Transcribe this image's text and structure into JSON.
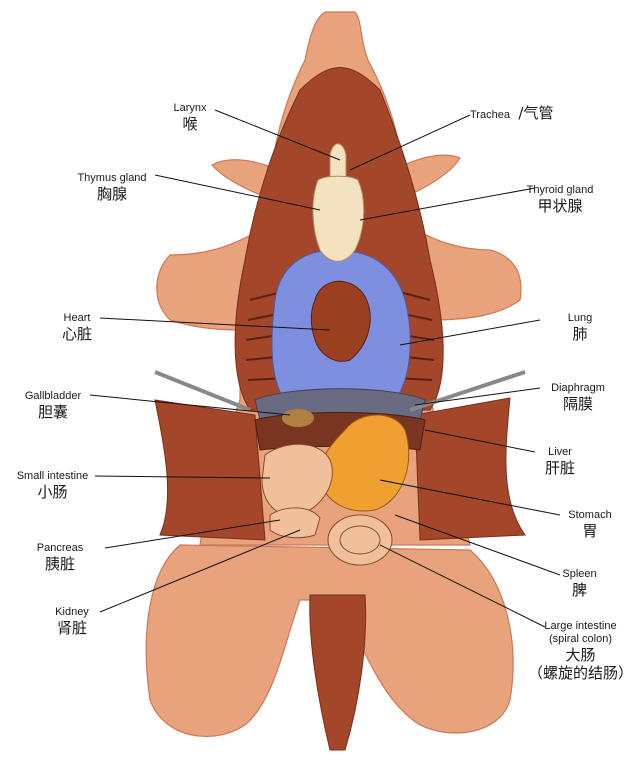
{
  "labels": {
    "larynx": {
      "en": "Larynx",
      "zh": "喉"
    },
    "trachea": {
      "en": "Trachea",
      "zh": "/气管"
    },
    "thymus": {
      "en": "Thymus gland",
      "zh": "胸腺"
    },
    "thyroid": {
      "en": "Thyroid gland",
      "zh": "甲状腺"
    },
    "heart": {
      "en": "Heart",
      "zh": "心脏"
    },
    "lung": {
      "en": "Lung",
      "zh": "肺"
    },
    "gallbladder": {
      "en": "Gallbladder",
      "zh": "胆囊"
    },
    "diaphragm": {
      "en": "Diaphragm",
      "zh": "隔膜"
    },
    "liver": {
      "en": "Liver",
      "zh": "肝脏"
    },
    "small_intestine": {
      "en": "Small intestine",
      "zh": "小肠"
    },
    "stomach": {
      "en": "Stomach",
      "zh": "胃"
    },
    "pancreas": {
      "en": "Pancreas",
      "zh": "胰脏"
    },
    "spleen": {
      "en": "Spleen",
      "zh": "脾"
    },
    "kidney": {
      "en": "Kidney",
      "zh": "肾脏"
    },
    "large_intestine": {
      "en": "Large intestine",
      "en2": "(spiral colon)",
      "zh": "大肠",
      "zh2": "（螺旋的结肠）"
    }
  },
  "colors": {
    "skin": "#e8a27c",
    "skin_dark": "#c97a58",
    "muscle": "#a4462a",
    "muscle_dark": "#7a2e1a",
    "lung": "#7f8fe0",
    "thymus": "#f3e1bf",
    "heart": "#9a4020",
    "stomach": "#f0a030",
    "intestine": "#f1c09a",
    "liver": "#7a3520",
    "diaphragm": "#6a6a80",
    "leader_line": "#111111"
  }
}
